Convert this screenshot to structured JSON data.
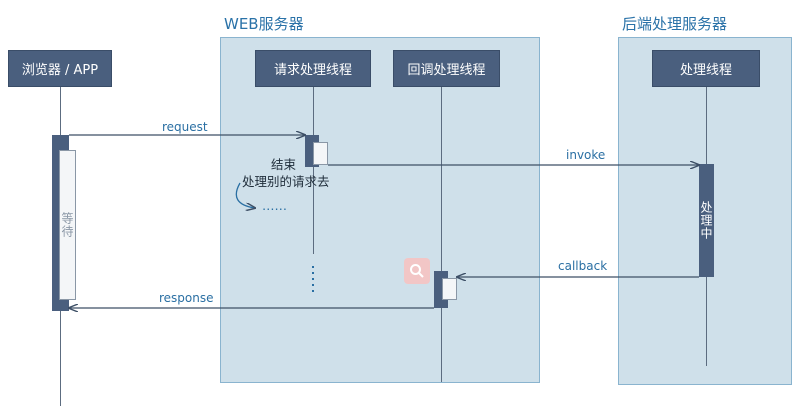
{
  "containers": {
    "web": {
      "title": "WEB服务器"
    },
    "backend": {
      "title": "后端处理服务器"
    }
  },
  "actors": {
    "browser": "浏览器 / APP",
    "request_thread": "请求处理线程",
    "callback_thread": "回调处理线程",
    "processing_thread": "处理线程"
  },
  "messages": {
    "request": "request",
    "invoke": "invoke",
    "callback": "callback",
    "response": "response"
  },
  "notes": {
    "end": "结束",
    "handle_other": "处理别的请求去",
    "ellipsis": "……"
  },
  "activations": {
    "waiting": "等待",
    "processing": "处理中"
  },
  "colors": {
    "container_fill": "#cfe0ea",
    "container_border": "#8ab4cf",
    "actor_fill": "#4a5f7e",
    "message_text": "#2a6fa3"
  }
}
